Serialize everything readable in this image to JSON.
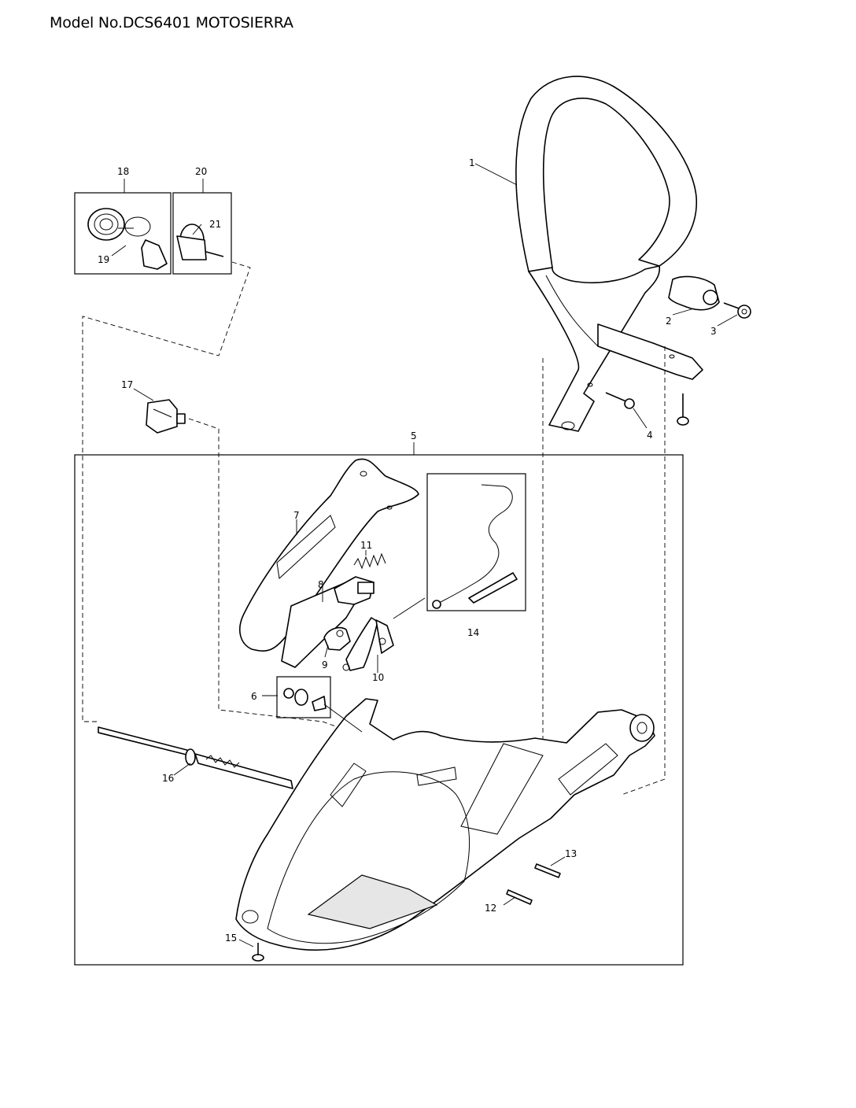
{
  "page": {
    "title": "Model No.DCS6401 MOTOSIERRA"
  },
  "callouts": {
    "c1": "1",
    "c2": "2",
    "c3": "3",
    "c4": "4",
    "c5": "5",
    "c6": "6",
    "c7": "7",
    "c8": "8",
    "c9": "9",
    "c10": "10",
    "c11": "11",
    "c12": "12",
    "c13": "13",
    "c14": "14",
    "c15": "15",
    "c16": "16",
    "c17": "17",
    "c18": "18",
    "c19": "19",
    "c20": "20",
    "c21": "21"
  }
}
